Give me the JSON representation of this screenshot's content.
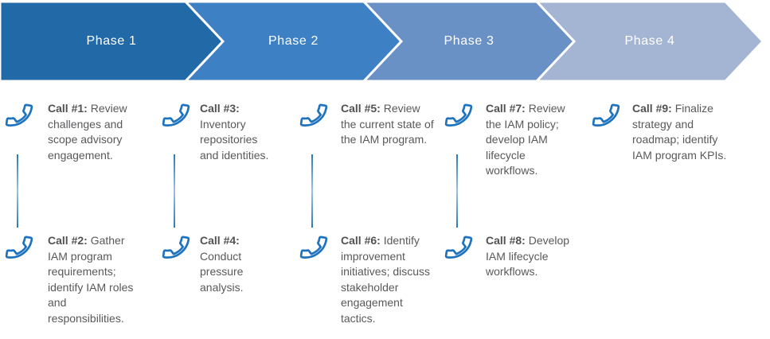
{
  "phases": [
    {
      "label": "Phase 1",
      "color": "#2269A8"
    },
    {
      "label": "Phase 2",
      "color": "#3D80C3"
    },
    {
      "label": "Phase 3",
      "color": "#6991C6"
    },
    {
      "label": "Phase 4",
      "color": "#A4B5D4"
    }
  ],
  "columns": [
    {
      "calls": [
        {
          "lead": "Call #1:",
          "text": "Review challenges and scope advisory engagement."
        },
        {
          "lead": "Call #2:",
          "text": "Gather IAM program requirements; identify IAM roles and responsibilities."
        }
      ]
    },
    {
      "calls": [
        {
          "lead": "Call #3:",
          "text": "Inventory repositories and identities."
        },
        {
          "lead": "Call #4:",
          "text": "Conduct pressure analysis."
        }
      ]
    },
    {
      "calls": [
        {
          "lead": "Call #5:",
          "text": "Review the current state of the IAM program."
        },
        {
          "lead": "Call #6:",
          "text": "Identify improvement initiatives; discuss stakeholder engagement tactics."
        }
      ]
    },
    {
      "calls": [
        {
          "lead": "Call #7:",
          "text": "Review the IAM policy; develop IAM lifecycle workflows."
        },
        {
          "lead": "Call #8:",
          "text": "Develop IAM lifecycle workflows."
        }
      ]
    },
    {
      "calls": [
        {
          "lead": "Call #9:",
          "text": "Finalize strategy and roadmap; identify IAM program KPIs."
        }
      ]
    }
  ],
  "colors": {
    "phone_icon": "#1E73BE",
    "connector_edge": "#2E79BC",
    "connector_mid": "#9CC0E0",
    "body_text": "#58595B",
    "chevron_gap": "#FFFFFF"
  }
}
